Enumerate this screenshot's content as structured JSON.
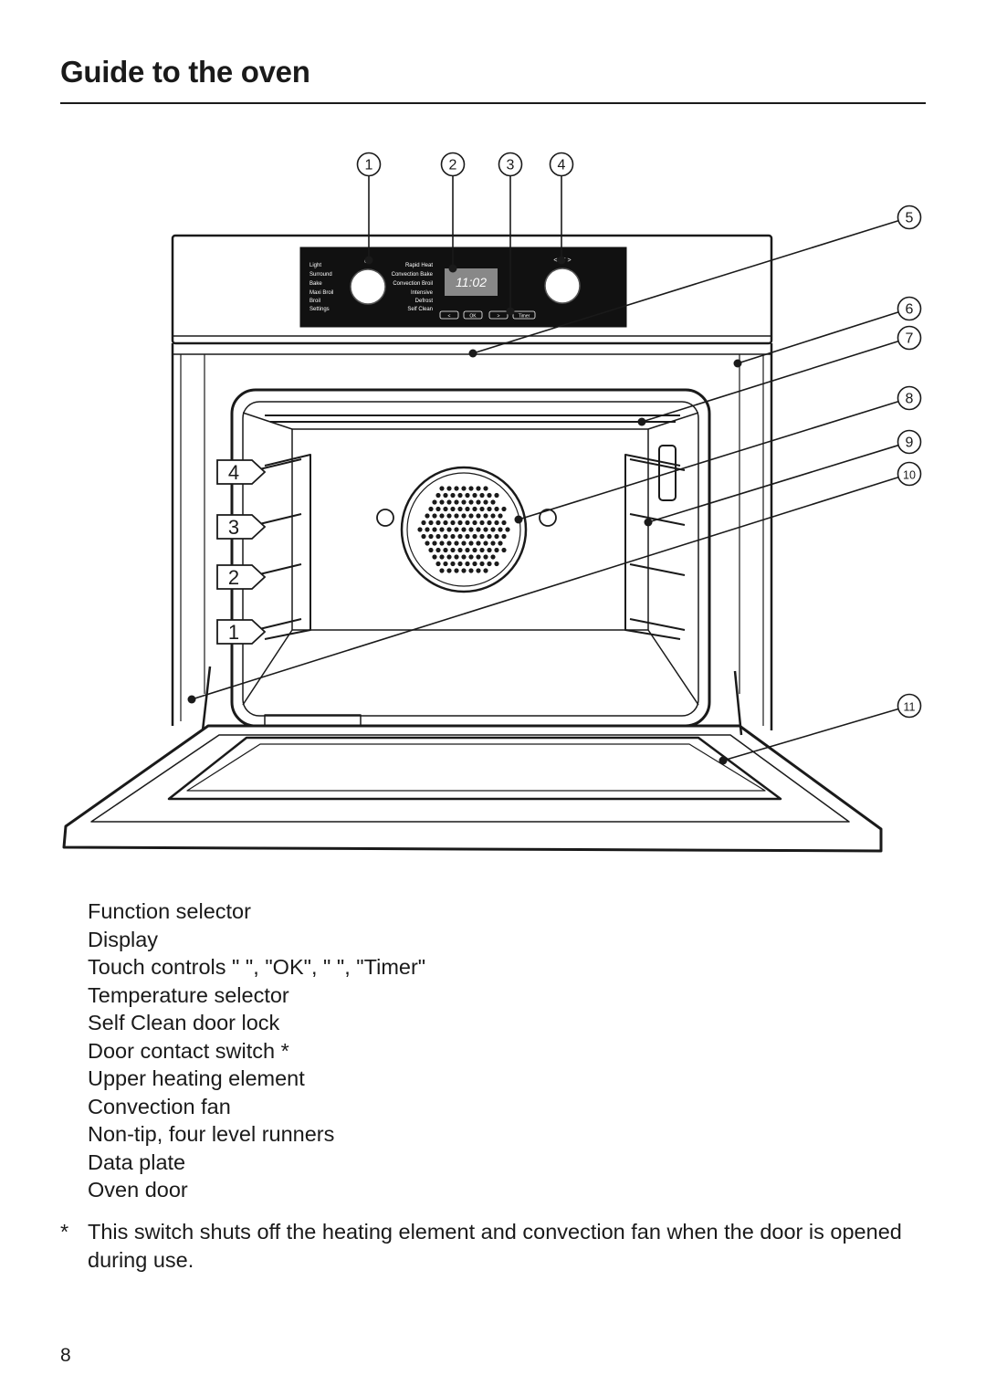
{
  "page": {
    "title": "Guide to the oven",
    "page_number": "8"
  },
  "callouts": [
    "1",
    "2",
    "3",
    "4",
    "5",
    "6",
    "7",
    "8",
    "9",
    "10",
    "11"
  ],
  "shelf_levels": [
    "4",
    "3",
    "2",
    "1"
  ],
  "control_panel": {
    "left_functions": [
      "Light",
      "Surround",
      "Bake",
      "Maxi Broil",
      "Broil",
      "Settings"
    ],
    "right_functions": [
      "Rapid Heat",
      "Convection Bake",
      "Convection Broil",
      "Intensive",
      "Defrost",
      "Self Clean"
    ],
    "off_label": "Off",
    "display_value": "11:02",
    "temp_unit_label": "< °F >",
    "touch_buttons": [
      "<",
      "OK",
      ">",
      "Timer"
    ]
  },
  "legend": [
    "Function selector",
    "Display",
    "Touch controls \"   \", \"OK\", \"   \", \"Timer\"",
    "Temperature selector",
    "Self Clean door lock",
    "Door contact switch *",
    "Upper heating element",
    "Convection fan",
    "Non-tip, four level runners",
    "Data plate",
    "Oven door"
  ],
  "footnote": {
    "marker": "*",
    "text": "This switch shuts off the heating element and convection fan when the door is opened during use."
  }
}
